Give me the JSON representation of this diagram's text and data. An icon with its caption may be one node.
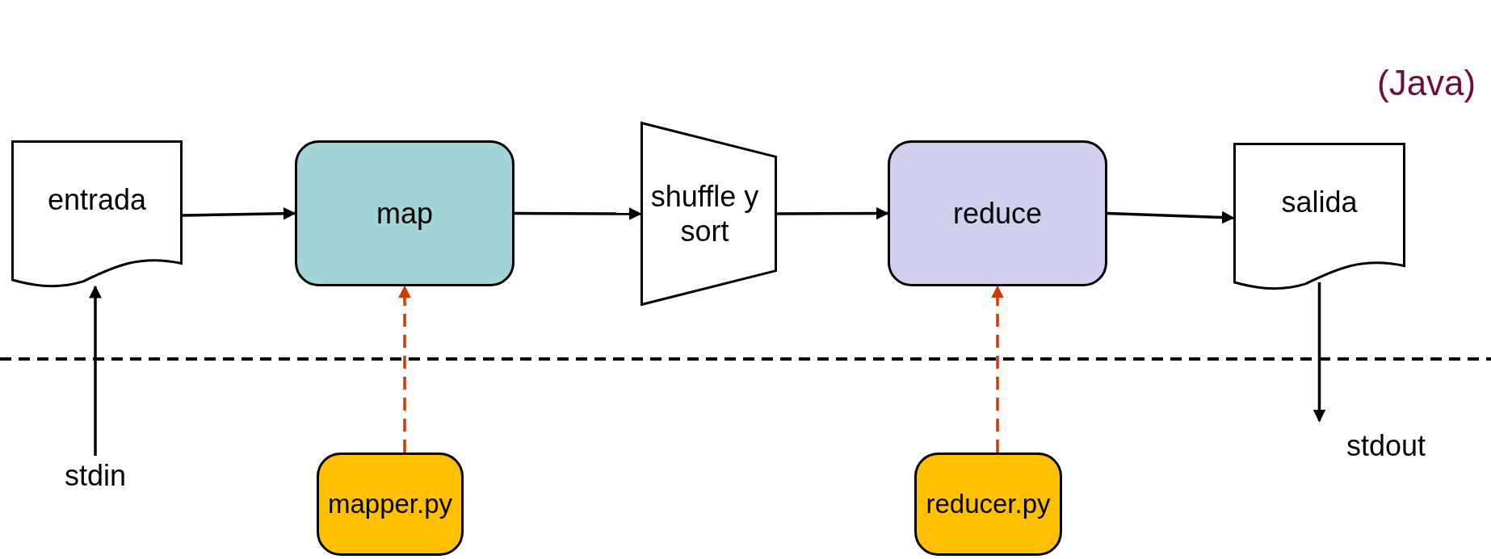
{
  "diagram": {
    "nodes": [
      {
        "text": [
          "entrada"
        ]
      },
      {
        "text": [
          "map"
        ]
      },
      {
        "text": [
          "shuffle y sort"
        ]
      },
      {
        "text": [
          "reduce"
        ]
      },
      {
        "text": [
          "salida"
        ]
      },
      {
        "text": [
          "stdin"
        ]
      },
      {
        "text": [
          "mapper.py"
        ]
      },
      {
        "text": [
          "reducer.py"
        ]
      },
      {
        "text": [
          "stdout"
        ]
      }
    ],
    "edges": [
      {
        "from": 0,
        "to": 1,
        "arrow": "to"
      },
      {
        "from": 1,
        "to": 2,
        "arrow": "to"
      },
      {
        "from": 2,
        "to": 3,
        "arrow": "to"
      },
      {
        "from": 3,
        "to": 4,
        "arrow": "to"
      },
      {
        "from": 5,
        "to": 0,
        "arrow": "to"
      },
      {
        "from": 6,
        "to": 1,
        "arrow": "to",
        "style": "dashed",
        "color": "#d03a0a"
      },
      {
        "from": 7,
        "to": 3,
        "arrow": "to",
        "style": "dashed",
        "color": "#d03a0a"
      },
      {
        "from": 4,
        "to": 8,
        "arrow": "to"
      }
    ],
    "labels": [
      "(Java)"
    ]
  }
}
